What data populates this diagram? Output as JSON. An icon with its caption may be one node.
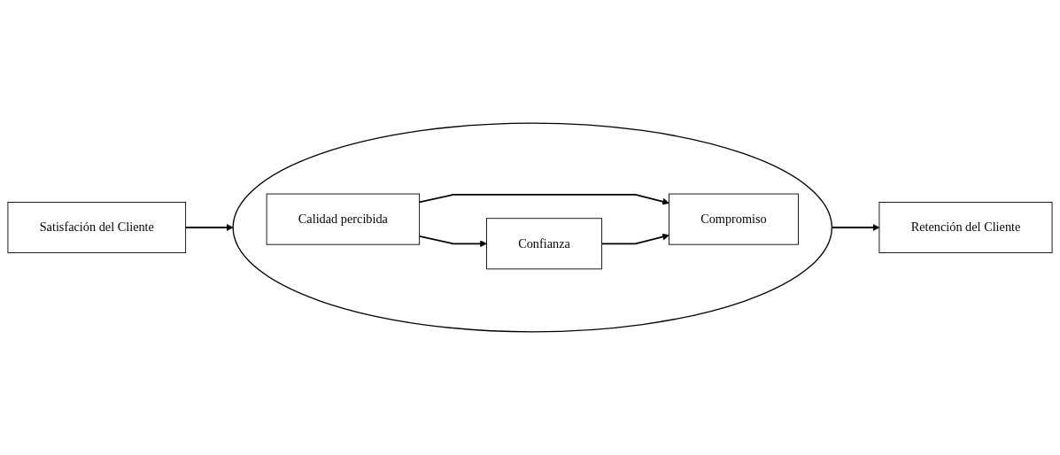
{
  "diagram": {
    "nodes": [
      {
        "text": [
          "Satisfación del Cliente"
        ]
      },
      {
        "text": [],
        "shape": "circle"
      },
      {
        "text": [
          "Compromiso"
        ],
        "in": 1
      },
      {
        "text": [
          "Calidad percibida"
        ],
        "in": 1
      },
      {
        "text": [
          "Confianza"
        ],
        "in": 1
      },
      {
        "text": [
          "Retención del Cliente"
        ]
      }
    ],
    "edges": [
      {
        "from": 0,
        "to": 1,
        "arrow": "to"
      },
      {
        "from": 3,
        "to": 2,
        "arrow": "to"
      },
      {
        "from": 3,
        "to": 4,
        "arrow": "to"
      },
      {
        "from": 4,
        "to": 2,
        "arrow": "to"
      },
      {
        "from": 1,
        "to": 5,
        "arrow": "to"
      }
    ]
  }
}
